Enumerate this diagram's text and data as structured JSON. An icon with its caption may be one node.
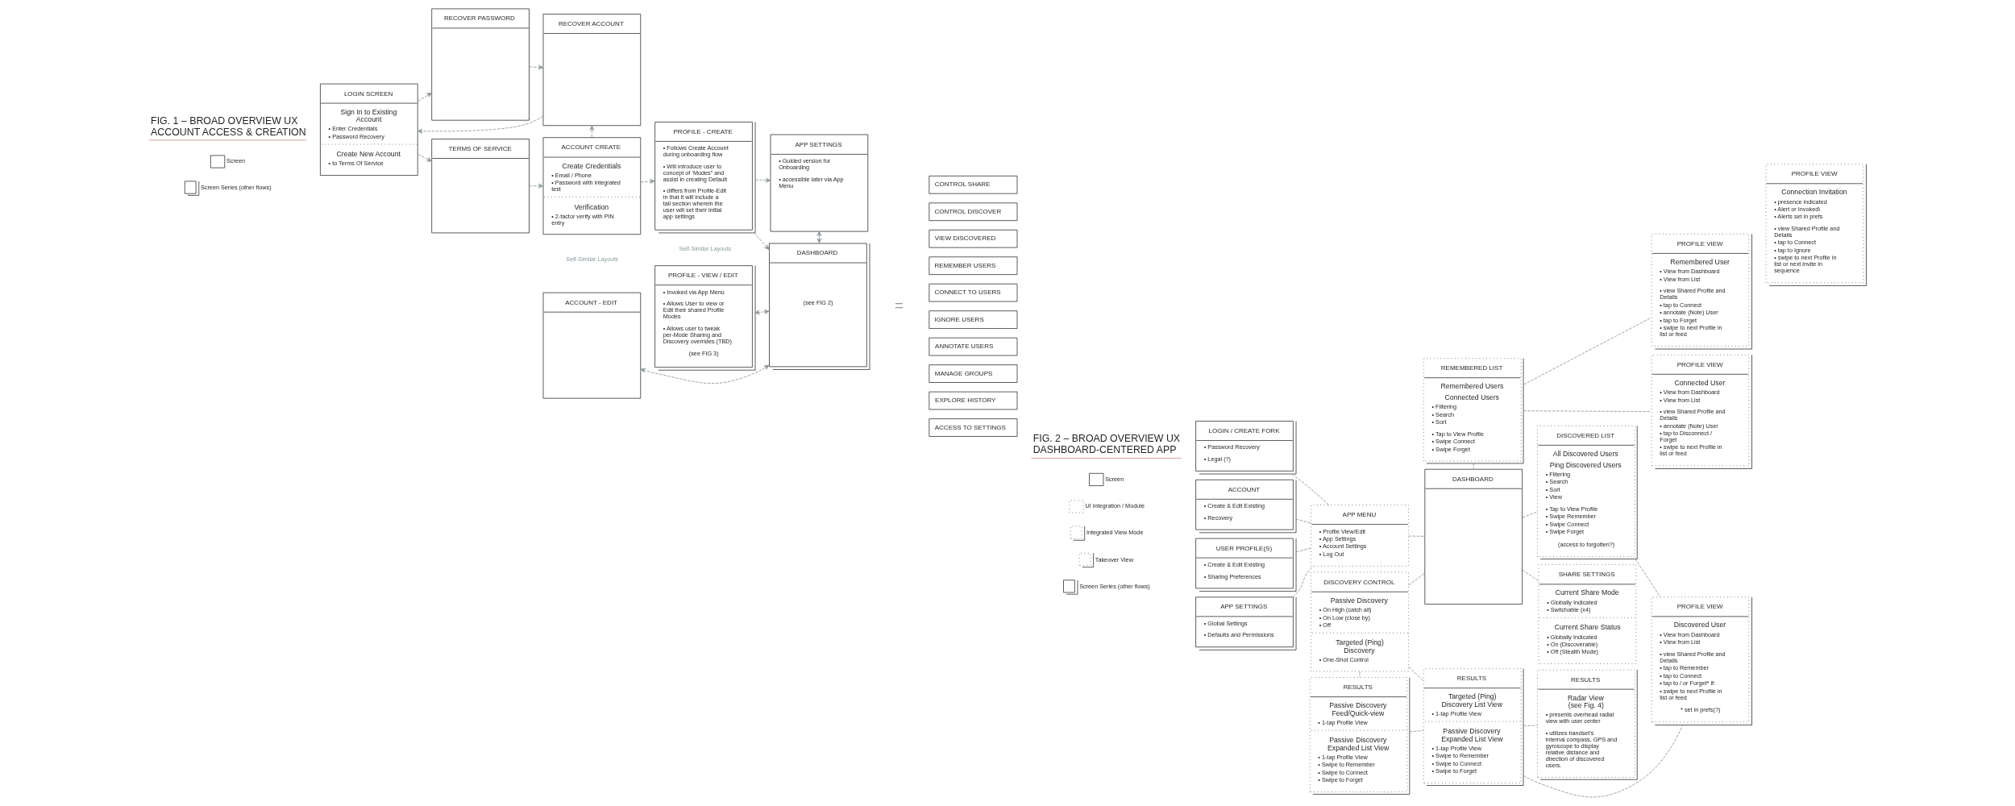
{
  "diagram": {
    "nodes": [
      {
        "text": [
          "LOGIN SCREEN",
          "Sign In to Existing Account",
          "• Enter Credentials",
          "• Password Recovery",
          "Create New Account",
          "• to Terms Of Service"
        ]
      },
      {
        "text": [
          "RECOVER PASSWORD"
        ]
      },
      {
        "text": [
          "TERMS OF SERVICE"
        ]
      },
      {
        "text": [
          "RECOVER ACCOUNT"
        ]
      },
      {
        "text": [
          "ACCOUNT CREATE",
          "Create Credentials",
          "• Email / Phone",
          "• Password with integrated test",
          "Verification",
          "• 2-factor verify with PIN entry"
        ]
      },
      {
        "text": [
          "ACCOUNT - EDIT"
        ]
      },
      {
        "text": [
          "PROFILE - CREATE",
          "• Follows Create Account during onboarding flow",
          "• Will introduce user to concept of ‘Modes” and assist in creating Default",
          "• differs from Profile-Edit in that it will include a tail section wherein the user will set their initial app settings"
        ]
      },
      {
        "text": [
          "PROFILE - VIEW / EDIT",
          "• Invoked via App Menu",
          "• Allows User to view or Edit their shared Profile Modes",
          "• Allows user to tweak per-Mode Sharing and Discovery overrides (TBD)",
          "(see FIG 3)"
        ]
      },
      {
        "text": [
          "APP SETTINGS",
          "• Guided version for Onboarding",
          "• accessible later via App Menu"
        ]
      },
      {
        "text": [
          "DASHBOARD",
          "(see FIG 2)"
        ]
      },
      {
        "text": [
          "CONTROL SHARE"
        ]
      },
      {
        "text": [
          "CONTROL DISCOVER"
        ]
      },
      {
        "text": [
          "VIEW DISCOVERED"
        ]
      },
      {
        "text": [
          "REMEMBER USERS"
        ]
      },
      {
        "text": [
          "CONNECT TO USERS"
        ]
      },
      {
        "text": [
          "IGNORE USERS"
        ]
      },
      {
        "text": [
          "ANNOTATE USERS"
        ]
      },
      {
        "text": [
          "MANAGE GROUPS"
        ]
      },
      {
        "text": [
          "EXPLORE HISTORY"
        ]
      },
      {
        "text": [
          "ACCESS TO SETTINGS"
        ]
      },
      {
        "text": [
          "LOGIN / CREATE FORK",
          "• Password Recovery",
          "• Legal (?)"
        ]
      },
      {
        "text": [
          "ACCOUNT",
          "• Create & Edit Existing",
          "• Recovery"
        ]
      },
      {
        "text": [
          "USER PROFILE(S)",
          "• Create & Edit Existing",
          "• Sharing Preferences"
        ]
      },
      {
        "text": [
          "APP SETTINGS",
          "• Global Settings",
          "• Defaults and Permissions"
        ]
      },
      {
        "text": [
          "APP MENU",
          "• Profile View/Edit",
          "• App Settings",
          "• Account Settings",
          "• Log Out"
        ]
      },
      {
        "text": [
          "DISCOVERY CONTROL",
          "Passive Discovery",
          "• On High (catch all)",
          "• On Low (close by)",
          "• Off",
          "Targeted (Ping) Discovery",
          "• One-Shot Control"
        ]
      },
      {
        "text": [
          "RESULTS",
          "Passive Discovery Feed/Quick-view",
          "• 1-tap Profile View",
          "Passive Discovery Expanded List View",
          "• 1-tap Profile View",
          "• Swipe to Remember",
          "• Swipe to Connect",
          "• Swipe to Forget"
        ]
      },
      {
        "text": [
          "REMEMBERED LIST",
          "Remembered Users",
          "Connected Users",
          "• Filtering",
          "• Search",
          "• Sort",
          "• Tap to View Profile",
          "• Swipe Connect",
          "• Swipe Forget"
        ]
      },
      {
        "text": [
          "DASHBOARD"
        ]
      },
      {
        "text": [
          "RESULTS",
          "Targeted (Ping) Discovery List View",
          "• 1-tap Profile View",
          "Passive Discovery Expanded List View",
          "• 1-tap Profile View",
          "• Swipe to Remember",
          "• Swipe to Connect",
          "• Swipe to Forget"
        ]
      },
      {
        "text": [
          "DISCOVERED LIST",
          "All Discovered Users",
          "Ping Discovered Users",
          "• Filtering",
          "• Search",
          "• Sort",
          "• View",
          "• Tap to View Profile",
          "• Swipe Remember",
          "• Swipe Connect",
          "• Swipe Forget",
          "(access to forgotten?)"
        ]
      },
      {
        "text": [
          "SHARE SETTINGS",
          "Current Share Mode",
          "• Globally Indicated",
          "• Switchable (x4)",
          "Current Share Status",
          "• Globally Indicated",
          "• On (Discoverable)",
          "• Off (Stealth Mode)"
        ]
      },
      {
        "text": [
          "RESULTS",
          "Radar View (see Fig. 4)",
          "• presents overhead radial view with user center",
          "• utilizes handset’s internal compass, GPS and gyroscope to display relative distance and direction of discovered users."
        ]
      },
      {
        "text": [
          "PROFILE VIEW",
          "Discovered User",
          "• View from Dashboard",
          "• View from List",
          "• view Shared Profile and Details",
          "• tap to Remember",
          "• tap to Connect",
          "• tap to / or Forget* if:",
          "• swipe to next Profile in list or feed",
          "* set in prefs(?)"
        ]
      },
      {
        "text": [
          "PROFILE VIEW",
          "Remembered User",
          "• View from Dashboard",
          "• View from List",
          "• view Shared Profile and Details",
          "• tap to Connect",
          "• annotate (Note) User",
          "• tap to Forget",
          "• swipe to next Profile in list or feed"
        ]
      },
      {
        "text": [
          "PROFILE VIEW",
          "Connected User",
          "• View from Dashboard",
          "• View from List",
          "• view Shared Profile and Details",
          "• annotate (Note) User",
          "• tap to Disconnect / Forget",
          "• swipe to next Profile in list or feed"
        ]
      },
      {
        "text": [
          "PROFILE VIEW",
          "Connection Invitation",
          "• presence indicated",
          "• Alert or Invoked\\",
          "• Alerts set in prefs",
          "• view Shared Profile and Details",
          "• tap to Connect",
          "• tap to Ignore",
          "• swipe to next Profile in list or next invite in sequence"
        ]
      }
    ],
    "edges": [
      {
        "from": 0,
        "to": 1,
        "arrow": "to",
        "style": "dashed"
      },
      {
        "from": 1,
        "to": 3,
        "arrow": "to",
        "style": "dashed"
      },
      {
        "from": 3,
        "to": 0,
        "arrow": "to",
        "style": "dashed"
      },
      {
        "from": 0,
        "to": 2,
        "arrow": "to",
        "style": "dashed"
      },
      {
        "from": 2,
        "to": 4,
        "arrow": "to",
        "style": "dashed"
      },
      {
        "from": 4,
        "to": 3,
        "arrow": "to",
        "style": "dashed"
      },
      {
        "from": 4,
        "to": 6,
        "arrow": "to",
        "style": "dashed"
      },
      {
        "from": 6,
        "to": 8,
        "arrow": "to",
        "style": "dashed"
      },
      {
        "from": 6,
        "to": 9,
        "arrow": "to",
        "style": "dashed"
      },
      {
        "from": 8,
        "to": 9,
        "arrow": "both",
        "style": "dashed"
      },
      {
        "from": 9,
        "to": 7,
        "arrow": "both",
        "style": "dashed"
      },
      {
        "from": 9,
        "to": 5,
        "arrow": "both",
        "style": "dashed"
      },
      {
        "from": 20,
        "to": 24,
        "arrow": "none",
        "style": "dashed"
      },
      {
        "from": 21,
        "to": 24,
        "arrow": "none",
        "style": "dashed"
      },
      {
        "from": 22,
        "to": 24,
        "arrow": "none",
        "style": "dashed"
      },
      {
        "from": 23,
        "to": 24,
        "arrow": "none",
        "style": "dashed"
      },
      {
        "from": 24,
        "to": 28,
        "arrow": "none",
        "style": "dashed"
      },
      {
        "from": 27,
        "to": 28,
        "arrow": "none",
        "style": "dashed"
      },
      {
        "from": 28,
        "to": 30,
        "arrow": "none",
        "style": "dashed"
      },
      {
        "from": 25,
        "to": 28,
        "arrow": "none",
        "style": "dashed"
      },
      {
        "from": 28,
        "to": 31,
        "arrow": "none",
        "style": "dashed"
      },
      {
        "from": 25,
        "to": 26,
        "arrow": "none",
        "style": "dashed"
      },
      {
        "from": 25,
        "to": 29,
        "arrow": "none",
        "style": "dashed"
      },
      {
        "from": 26,
        "to": 29,
        "arrow": "none",
        "style": "dashed"
      },
      {
        "from": 29,
        "to": 32,
        "arrow": "none",
        "style": "dashed"
      },
      {
        "from": 30,
        "to": 33,
        "arrow": "none",
        "style": "dashed"
      },
      {
        "from": 27,
        "to": 34,
        "arrow": "none",
        "style": "dashed"
      },
      {
        "from": 27,
        "to": 35,
        "arrow": "none",
        "style": "dashed"
      },
      {
        "from": 29,
        "to": 33,
        "arrow": "none",
        "style": "dashed"
      }
    ],
    "labels": [
      "FIG. 1 – BROAD OVERVIEW UX ACCOUNT ACCESS & CREATION",
      "Self-Similar Layouts",
      "Self-Similar Layouts",
      "=",
      "FIG. 2 – BROAD OVERVIEW UX DASHBOARD-CENTERED APP"
    ],
    "legend": [
      {
        "text": "Screen"
      },
      {
        "text": "Screen Series (other flows)"
      },
      {
        "text": "Screen"
      },
      {
        "text": "UI Integration / Module"
      },
      {
        "text": "Integrated View Mode"
      },
      {
        "text": "Takeover View"
      },
      {
        "text": "Screen Series (other flows)"
      }
    ]
  }
}
